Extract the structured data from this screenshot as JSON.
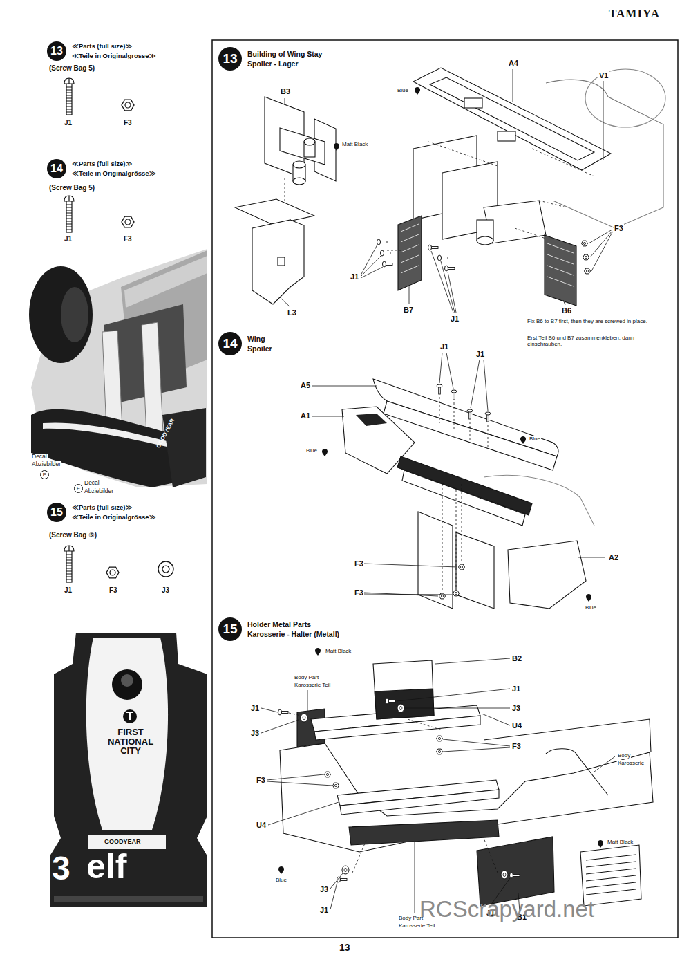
{
  "diagram": {
    "nodes": [
      {
        "text": [
          "13",
          "≪Parts (full size)≫",
          "≪Teile in Originalgrosse≫"
        ]
      },
      {
        "text": [
          "14",
          "≪Parts (full size)≫",
          "≪Teile in Originalgrösse≫"
        ]
      },
      {
        "text": [
          "15",
          "≪Parts (full size)≫",
          "≪Teile in Originalgrösse≫"
        ]
      },
      {
        "text": [
          "13",
          "Building of Wing Stay",
          "Spoiler - Lager"
        ]
      },
      {
        "text": [
          "14",
          "Wing",
          "Spoiler"
        ]
      },
      {
        "text": [
          "15",
          "Holder Metal Parts",
          "Karosserie - Halter (Metall)"
        ]
      }
    ],
    "labels": [
      "TAMIYA",
      "(Screw Bag 5)",
      "J1",
      "F3",
      "(Screw Bag 5)",
      "J1",
      "F3",
      "Decal",
      "Abziebilder",
      "E",
      "E",
      "Decal",
      "Abziebilder",
      "(Screw Bag ⑤)",
      "J1",
      "F3",
      "J3",
      "FIRST NATIONAL CITY",
      "GOODYEAR",
      "3",
      "elf",
      "GOODYEAR",
      "B3",
      "Matt Black",
      "L3",
      "A4",
      "V1",
      "Blue",
      "J1",
      "B7",
      "J1",
      "F3",
      "B6",
      "Fix B6 to B7 first, then they are screwed in place.",
      "Erst Teil B6 und B7 zusammenkleben, dann einschrauben.",
      "J1",
      "J1",
      "A5",
      "A1",
      "Blue",
      "Blue",
      "F3",
      "F3",
      "A2",
      "Blue",
      "Matt Black",
      "B2",
      "Body Part",
      "Karosserie Teil",
      "J1",
      "J1",
      "J3",
      "J3",
      "U4",
      "F3",
      "Body",
      "Karosserie",
      "F3",
      "U4",
      "Matt Black",
      "Blue",
      "J3",
      "J1",
      "Body Part",
      "Karosserie Teil",
      "J1",
      "B1",
      "13",
      "RCScrapyard.net"
    ]
  }
}
